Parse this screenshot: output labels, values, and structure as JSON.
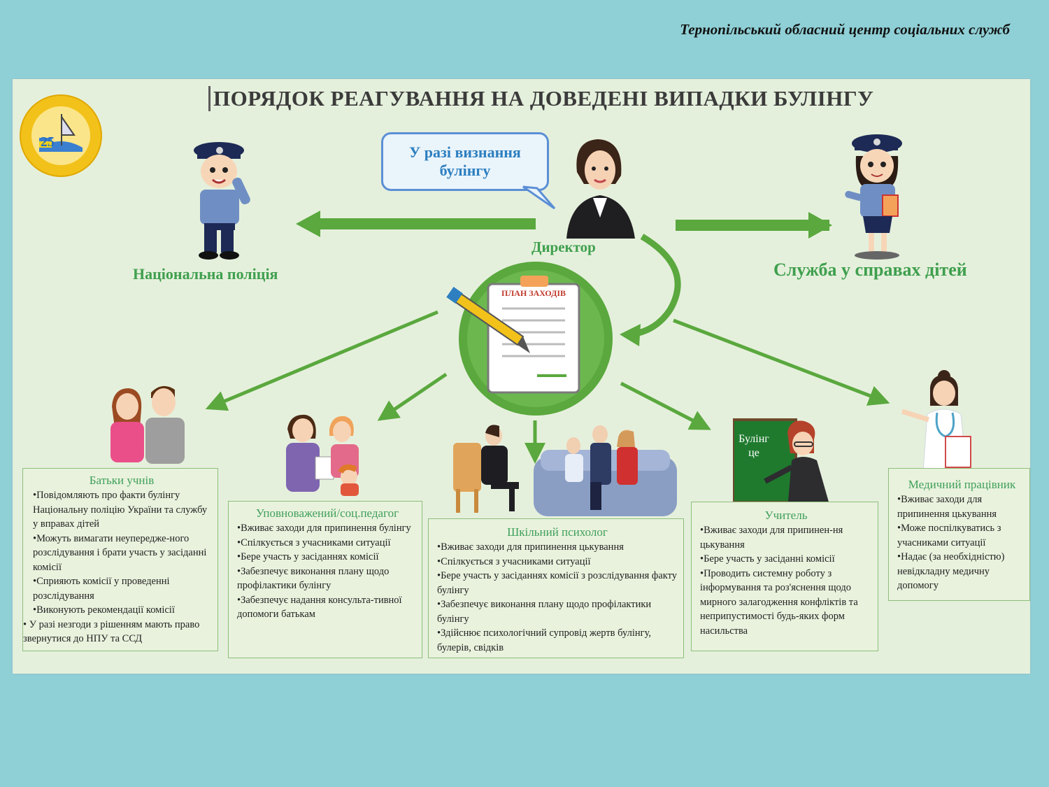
{
  "header": {
    "organization": "Тернопільський обласний центр соціальних служб"
  },
  "title": "ПОРЯДОК РЕАГУВАННЯ НА ДОВЕДЕНІ ВИПАДКИ БУЛІНГУ",
  "logo": {
    "number": "25"
  },
  "bubble": {
    "text": "У разі визнання булінгу"
  },
  "director": {
    "label": "Директор"
  },
  "police": {
    "label": "Національна поліція"
  },
  "child_service": {
    "label": "Служба у справах дітей"
  },
  "plan": {
    "label": "ПЛАН ЗАХОДІВ"
  },
  "board": {
    "text_line1": "Булінг",
    "text_line2": "це"
  },
  "cards": {
    "parents": {
      "title": "Батьки учнів",
      "items": [
        "•Повідомляють про факти булінгу Національну поліцію України та службу у вправах дітей",
        "•Можуть вимагати неупередже-ного розслідування і  брати участь у засіданні комісії",
        "•Сприяють комісії у проведенні розслідування",
        "•Виконують рекомендації комісії",
        "• У разі незгоди з рішенням мають право звернутися до НПУ та ССД"
      ]
    },
    "social_teacher": {
      "title": "Уповноважений/соц.педагог",
      "items": [
        "•Вживає заходи для припинення булінгу",
        "•Спілкується з учасниками ситуації",
        "•Бере участь у засіданнях комісії",
        "•Забезпечує виконання плану щодо профілактики булінгу",
        "•Забезпечує надання консульта-тивної допомоги батькам"
      ]
    },
    "psychologist": {
      "title": "Шкільний  психолог",
      "items": [
        "•Вживає заходи для припинення цькування",
        "•Спілкується з учасниками ситуації",
        "•Бере участь у засіданнях комісії з розслідування факту булінгу",
        "•Забезпечує виконання плану щодо профілактики булінгу",
        "•Здійснює психологічний супровід жертв булінгу, булерів, свідків"
      ]
    },
    "teacher": {
      "title": "Учитель",
      "items": [
        "•Вживає заходи для припинен-ня цькування",
        "•Бере участь у засіданні комісії",
        "•Проводить системну роботу з інформування та роз'яснення щодо мирного залагодження конфліктів та неприпустимості будь-яких форм насильства"
      ]
    },
    "medic": {
      "title": "Медичний працівник",
      "items": [
        "•Вживає заходи для припинення цькування",
        "•Може поспілкуватись з учасниками ситуації",
        "•Надає (за необхідністю) невідкладну медичну допомогу"
      ]
    }
  },
  "colors": {
    "background": "#8fd0d6",
    "panel": "#e5f0dc",
    "arrow_green": "#5aa83e",
    "label_green": "#3f9f4e",
    "bubble_blue": "#2d7fc0"
  }
}
